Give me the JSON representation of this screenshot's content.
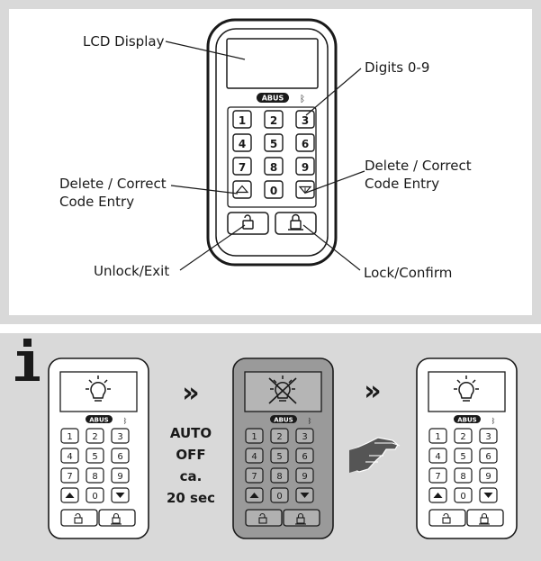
{
  "top": {
    "labels": {
      "lcd": "LCD Display",
      "digits": "Digits 0-9",
      "delete_left_1": "Delete / Correct",
      "delete_left_2": "Code Entry",
      "delete_right_1": "Delete / Correct",
      "delete_right_2": "Code Entry",
      "unlock": "Unlock/Exit",
      "lock": "Lock/Confirm"
    },
    "brand": "ABUS",
    "keys": [
      "1",
      "2",
      "3",
      "4",
      "5",
      "6",
      "7",
      "8",
      "9",
      "▲",
      "0",
      "▼"
    ]
  },
  "bottom": {
    "info_icon": "info-icon",
    "arrow_glyph": "»",
    "auto_off": [
      "AUTO",
      "OFF",
      "ca.",
      "20 sec"
    ],
    "brand": "ABUS",
    "keys": [
      "1",
      "2",
      "3",
      "4",
      "5",
      "6",
      "7",
      "8",
      "9",
      "▲",
      "0",
      "▼"
    ],
    "hand_icon": "touching-hand-icon"
  },
  "colors": {
    "frame": "#d9d9d9",
    "dim_keypad": "#9a9a9a",
    "ink": "#1a1a1a",
    "hand": "#555555"
  }
}
